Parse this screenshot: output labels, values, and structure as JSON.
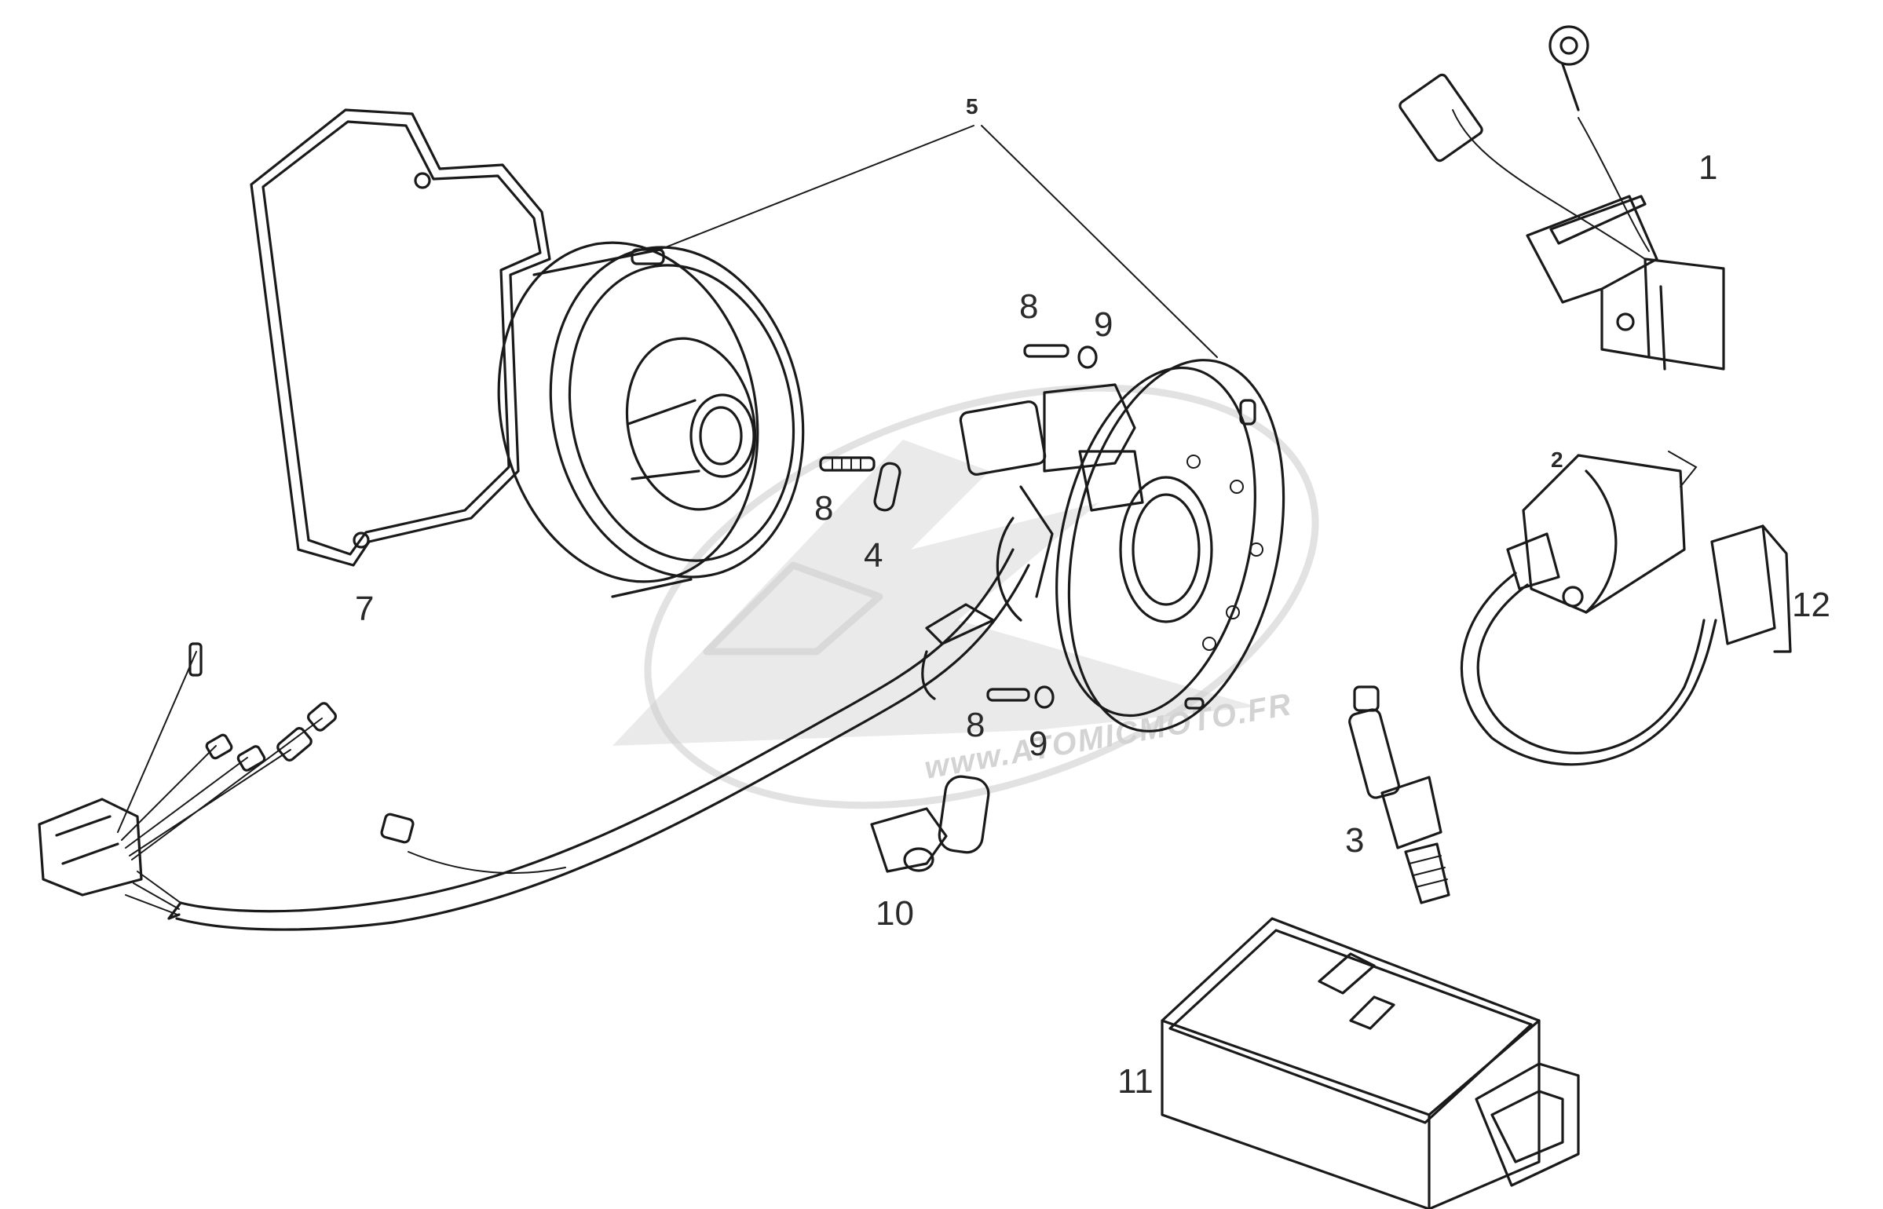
{
  "watermark": {
    "text": "www.ATOMICMOTO.FR"
  },
  "callouts": {
    "p1": "1",
    "p2": "2",
    "p3": "3",
    "p4": "4",
    "p5": "5",
    "p7": "7",
    "p8a": "8",
    "p8b": "8",
    "p8c": "8",
    "p9a": "9",
    "p9b": "9",
    "p10": "10",
    "p11": "11",
    "p12": "12"
  }
}
